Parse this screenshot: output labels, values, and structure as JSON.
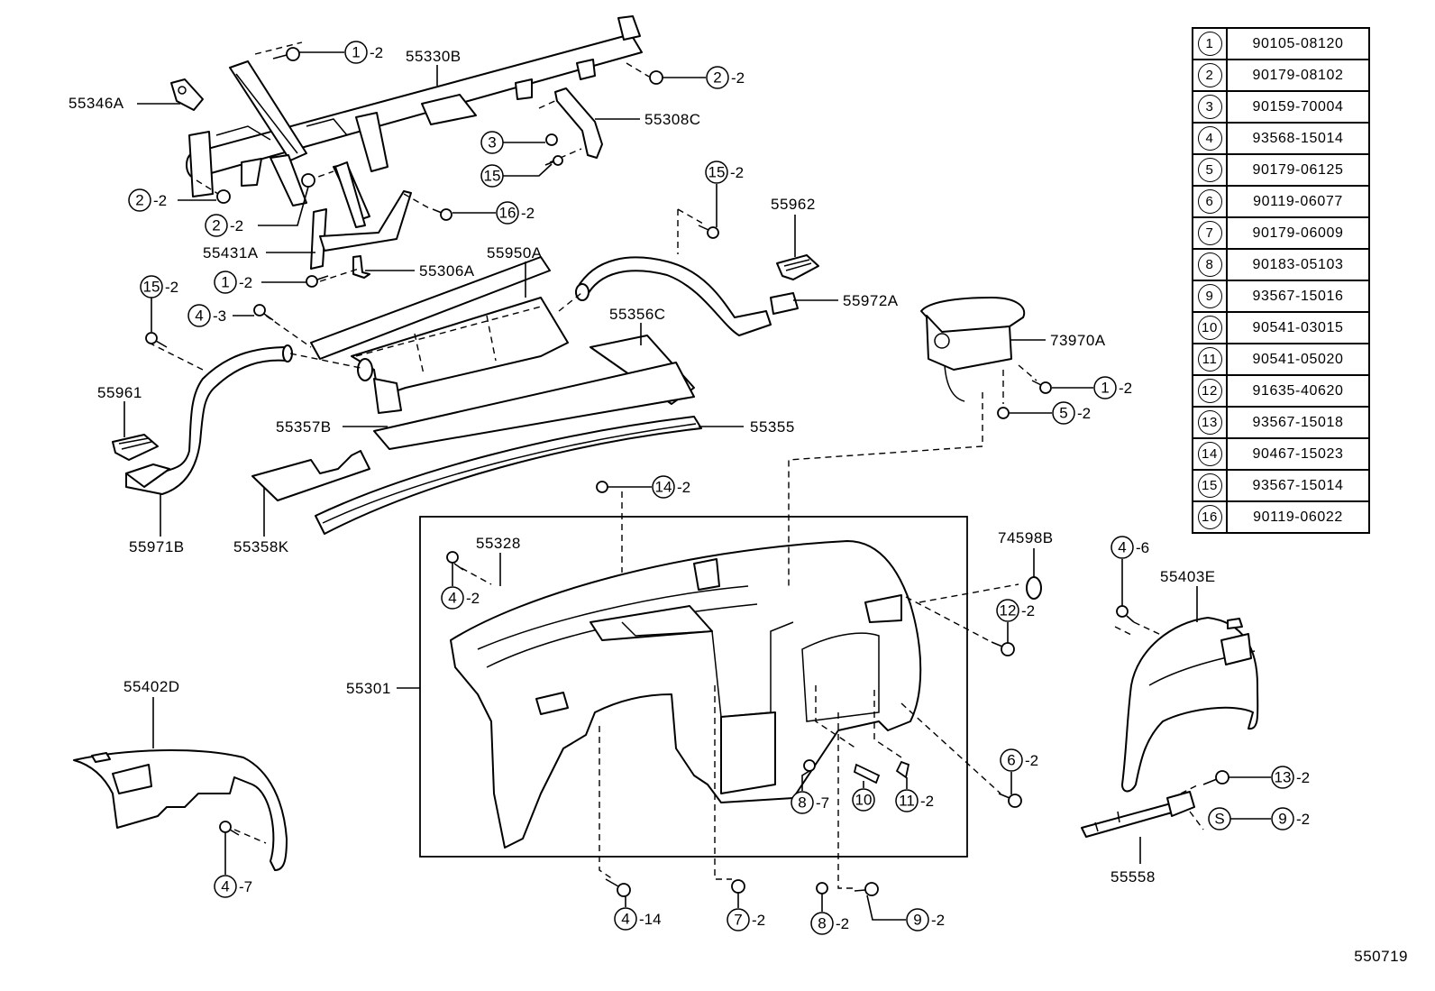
{
  "diagram_title": "Instrument Panel Assembly – Exploded Parts Diagram",
  "catalog_code": "550719",
  "fastener_legend": [
    {
      "ref": "1",
      "part_no": "90105-08120"
    },
    {
      "ref": "2",
      "part_no": "90179-08102"
    },
    {
      "ref": "3",
      "part_no": "90159-70004"
    },
    {
      "ref": "4",
      "part_no": "93568-15014"
    },
    {
      "ref": "5",
      "part_no": "90179-06125"
    },
    {
      "ref": "6",
      "part_no": "90119-06077"
    },
    {
      "ref": "7",
      "part_no": "90179-06009"
    },
    {
      "ref": "8",
      "part_no": "90183-05103"
    },
    {
      "ref": "9",
      "part_no": "93567-15016"
    },
    {
      "ref": "10",
      "part_no": "90541-03015"
    },
    {
      "ref": "11",
      "part_no": "90541-05020"
    },
    {
      "ref": "12",
      "part_no": "91635-40620"
    },
    {
      "ref": "13",
      "part_no": "93567-15018"
    },
    {
      "ref": "14",
      "part_no": "90467-15023"
    },
    {
      "ref": "15",
      "part_no": "93567-15014"
    },
    {
      "ref": "16",
      "part_no": "90119-06022"
    }
  ],
  "part_labels": {
    "p55330B": "55330B",
    "p55346A": "55346A",
    "p55308C": "55308C",
    "p55431A": "55431A",
    "p55306A": "55306A",
    "p55950A": "55950A",
    "p55962": "55962",
    "p55972A": "55972A",
    "p55356C": "55356C",
    "p73970A": "73970A",
    "p55961": "55961",
    "p55357B": "55357B",
    "p55355": "55355",
    "p55358K": "55358K",
    "p55971B": "55971B",
    "p55328": "55328",
    "p74598B": "74598B",
    "p55403E": "55403E",
    "p55301": "55301",
    "p55402D": "55402D",
    "p55558": "55558"
  },
  "callouts": [
    {
      "id": "c1",
      "ref": "1",
      "qty": "-2"
    },
    {
      "id": "c2",
      "ref": "2",
      "qty": "-2"
    },
    {
      "id": "c3",
      "ref": "3",
      "qty": ""
    },
    {
      "id": "c4",
      "ref": "15",
      "qty": ""
    },
    {
      "id": "c5",
      "ref": "2",
      "qty": "-2"
    },
    {
      "id": "c6",
      "ref": "2",
      "qty": "-2"
    },
    {
      "id": "c7",
      "ref": "16",
      "qty": "-2"
    },
    {
      "id": "c8",
      "ref": "15",
      "qty": "-2"
    },
    {
      "id": "c9",
      "ref": "1",
      "qty": "-2"
    },
    {
      "id": "c10",
      "ref": "15",
      "qty": "-2"
    },
    {
      "id": "c11",
      "ref": "4",
      "qty": "-3"
    },
    {
      "id": "c12",
      "ref": "1",
      "qty": "-2"
    },
    {
      "id": "c13",
      "ref": "5",
      "qty": "-2"
    },
    {
      "id": "c14",
      "ref": "14",
      "qty": "-2"
    },
    {
      "id": "c15",
      "ref": "4",
      "qty": "-2"
    },
    {
      "id": "c16",
      "ref": "12",
      "qty": "-2"
    },
    {
      "id": "c17",
      "ref": "4",
      "qty": "-6"
    },
    {
      "id": "c18",
      "ref": "6",
      "qty": "-2"
    },
    {
      "id": "c19",
      "ref": "8",
      "qty": "-7"
    },
    {
      "id": "c20",
      "ref": "10",
      "qty": ""
    },
    {
      "id": "c21",
      "ref": "11",
      "qty": "-2"
    },
    {
      "id": "c22",
      "ref": "13",
      "qty": "-2"
    },
    {
      "id": "c23",
      "ref": "S",
      "qty": ""
    },
    {
      "id": "c24",
      "ref": "9",
      "qty": "-2"
    },
    {
      "id": "c25",
      "ref": "4",
      "qty": "-7"
    },
    {
      "id": "c26",
      "ref": "4",
      "qty": "-14"
    },
    {
      "id": "c27",
      "ref": "7",
      "qty": "-2"
    },
    {
      "id": "c28",
      "ref": "8",
      "qty": "-2"
    },
    {
      "id": "c29",
      "ref": "9",
      "qty": "-2"
    }
  ]
}
